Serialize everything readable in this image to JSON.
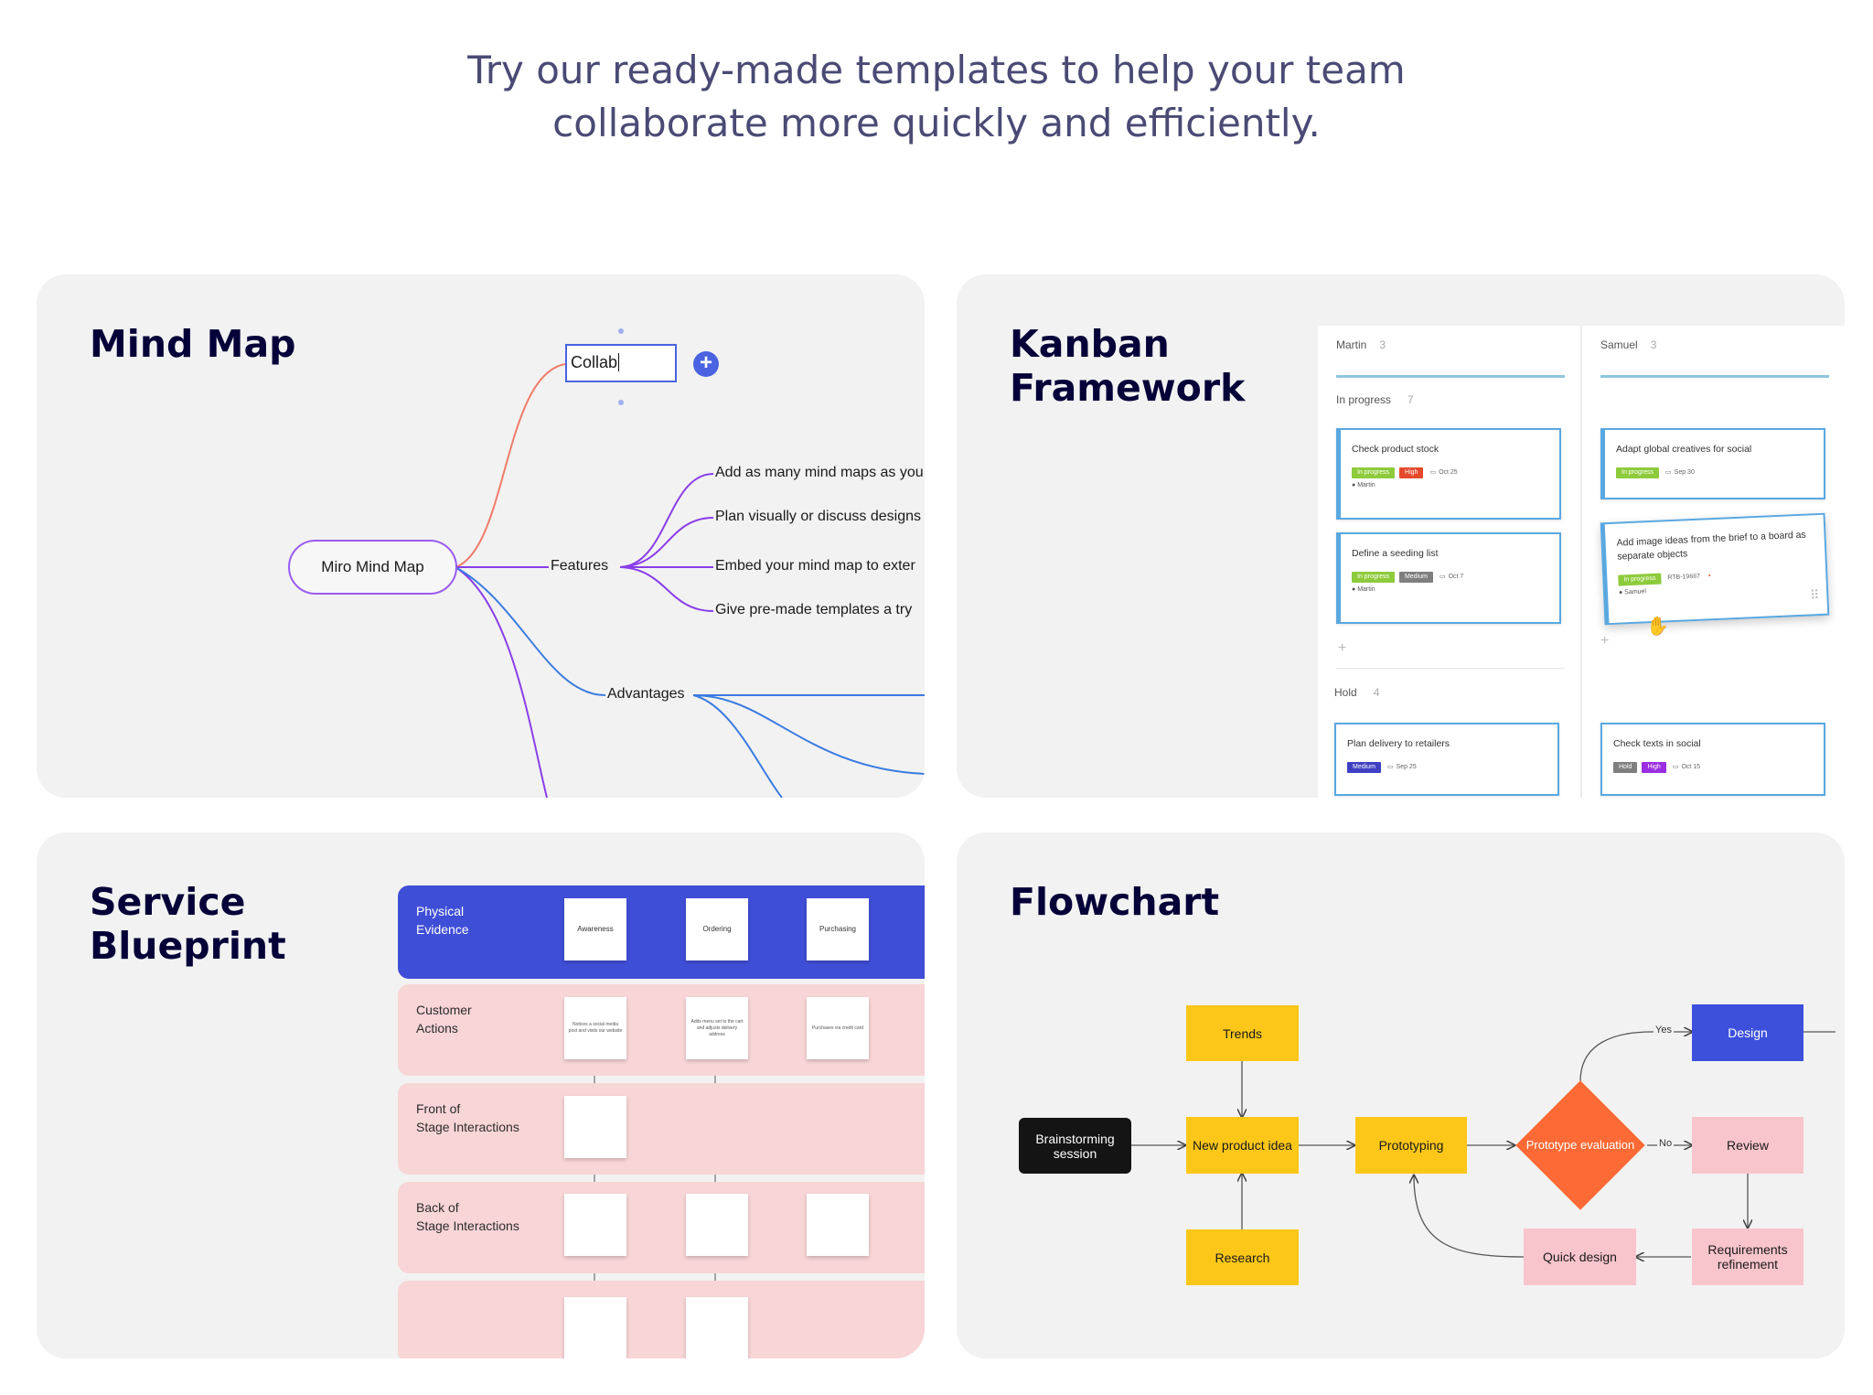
{
  "headline": {
    "line1": "Try our ready-made templates to help your team",
    "line2": "collaborate more quickly and efficiently."
  },
  "cards": {
    "mind_map": {
      "title": "Mind Map",
      "input_value": "Collab",
      "plus_icon": "plus-icon",
      "root": "Miro Mind Map",
      "features": "Features",
      "advantages": "Advantages",
      "leaves": [
        "Add as many mind maps as you",
        "Plan visually or discuss designs",
        "Embed your mind map to exter",
        "Give pre-made templates a try"
      ],
      "colors": {
        "red_branch": "#f27b6b",
        "purple_branch": "#8a3ee8",
        "blue_branch": "#3a7be0"
      }
    },
    "kanban": {
      "title_line1": "Kanban",
      "title_line2": "Framework",
      "columns": [
        {
          "name": "Martin",
          "count": "3",
          "group1": {
            "name": "In progress",
            "count": "7"
          },
          "cards": [
            {
              "title": "Check product stock",
              "tags": [
                "In progress",
                "High"
              ],
              "date": "Oct 25",
              "who": "Martin"
            },
            {
              "title": "Define a seeding list",
              "tags": [
                "In progress",
                "Medium"
              ],
              "date": "Oct 7",
              "who": "Martin"
            }
          ],
          "group2": {
            "name": "Hold",
            "count": "4"
          },
          "bottom_card": {
            "title": "Plan delivery to retailers",
            "tags": [
              "Medium"
            ],
            "date": "Sep 25"
          }
        },
        {
          "name": "Samuel",
          "count": "3",
          "cards": [
            {
              "title": "Adapt global creatives for social",
              "tags": [
                "In progress"
              ],
              "date": "Sep 30"
            },
            {
              "title": "Add image ideas from the brief to a board as separate objects",
              "tags": [
                "In progress"
              ],
              "date": "RTB-19667",
              "who": "Samuel"
            }
          ],
          "bottom_card": {
            "title": "Check texts in social",
            "tags": [
              "Hold",
              "High"
            ],
            "date": "Oct 15"
          }
        }
      ],
      "add": "+"
    },
    "service_blueprint": {
      "title_line1": "Service",
      "title_line2": "Blueprint",
      "rows": [
        {
          "label_line1": "Physical",
          "label_line2": "Evidence"
        },
        {
          "label_line1": "Customer",
          "label_line2": "Actions"
        },
        {
          "label_line1": "Front of",
          "label_line2": "Stage Interactions"
        },
        {
          "label_line1": "Back of",
          "label_line2": "Stage Interactions"
        }
      ],
      "stages": [
        "Awareness",
        "Ordering",
        "Purchasing"
      ],
      "customer_notes": [
        "Notices a social media post and visits our website",
        "Adds menu set to the cart and adjusts delivery address",
        "Purchases via credit card"
      ]
    },
    "flowchart": {
      "title": "Flowchart",
      "nodes": {
        "trends": "Trends",
        "brainstorming": "Brainstorming session",
        "new_product_idea": "New product idea",
        "prototyping": "Prototyping",
        "prototype_evaluation": "Prototype evaluation",
        "design": "Design",
        "review": "Review",
        "research": "Research",
        "quick_design": "Quick design",
        "requirements_refinement": "Requirements refinement"
      },
      "edge_labels": {
        "yes": "Yes",
        "no": "No"
      }
    }
  }
}
